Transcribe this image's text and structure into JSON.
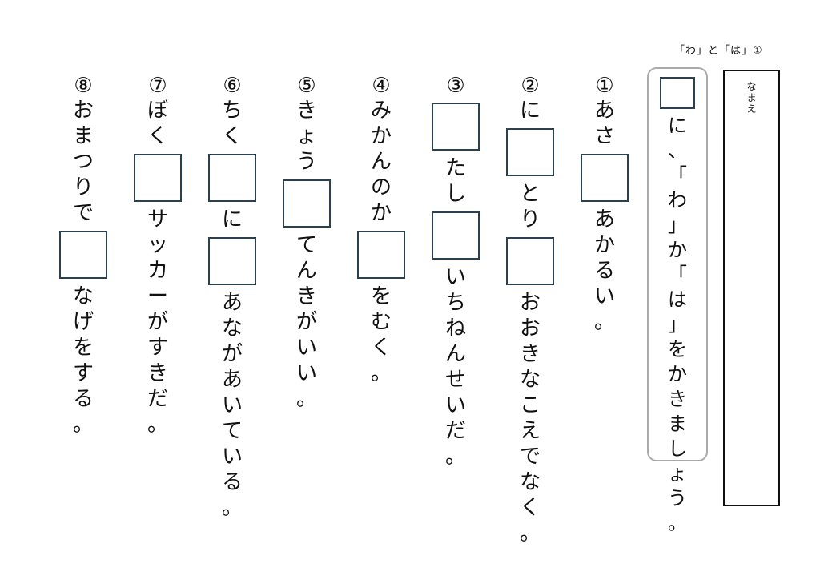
{
  "header": {
    "title": "「わ」と「は」①"
  },
  "name_box": {
    "label": "なまえ"
  },
  "instructions": {
    "before_box": "",
    "after_box": "に、「わ」か「は」をかきましょう。"
  },
  "questions": [
    {
      "number": "①",
      "segments": [
        "あさ",
        "[ ]",
        "あかるい。"
      ]
    },
    {
      "number": "②",
      "segments": [
        "に",
        "[ ]",
        "とり",
        "[ ]",
        "おおきなこえでなく。"
      ]
    },
    {
      "number": "③",
      "segments": [
        "[ ]",
        "たし",
        "[ ]",
        "いちねんせいだ。"
      ]
    },
    {
      "number": "④",
      "segments": [
        "みかんのか",
        "[ ]",
        "をむく。"
      ]
    },
    {
      "number": "⑤",
      "segments": [
        "きょう",
        "[ ]",
        "てんきがいい。"
      ]
    },
    {
      "number": "⑥",
      "segments": [
        "ちく",
        "[ ]",
        "に",
        "[ ]",
        "あながあいている。"
      ]
    },
    {
      "number": "⑦",
      "segments": [
        "ぼく",
        "[ ]",
        "サッカーがすきだ。"
      ]
    },
    {
      "number": "⑧",
      "segments": [
        "おまつりで",
        "[ ]",
        "なげをする。"
      ]
    }
  ],
  "colors": {
    "answer_box_border": "#2b4150",
    "instruction_border": "#aaaaaa",
    "text": "#111111"
  }
}
